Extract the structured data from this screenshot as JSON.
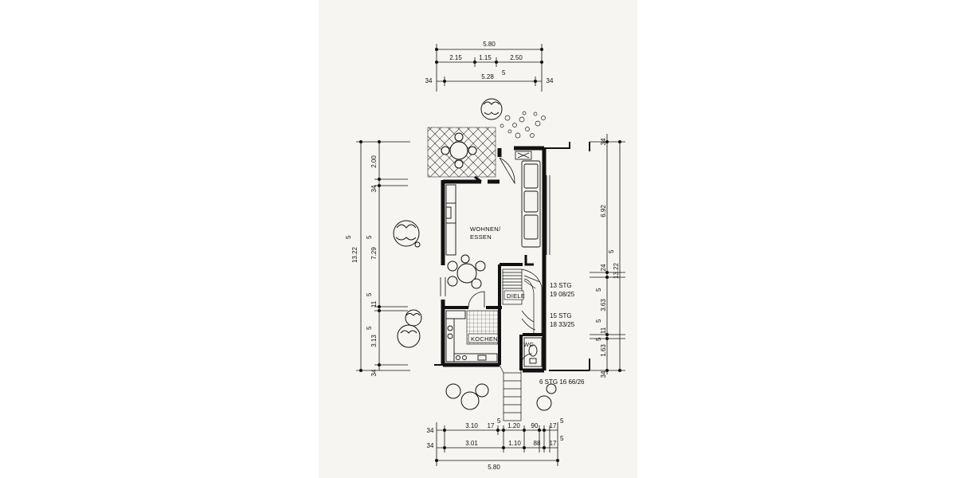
{
  "colors": {
    "ink": "#111111",
    "paper": "#f6f5f1",
    "background": "#ffffff"
  },
  "rooms": {
    "living": "WOHNEN/",
    "living2": "ESSEN",
    "hall": "DIELE",
    "kitchen": "KOCHEN",
    "wc": "WC"
  },
  "stairs": {
    "upper1": "13 STG",
    "upper2": "19 08/25",
    "upper3": "15 STG",
    "upper4": "18 33/25",
    "entry": "6 STG 16 66/26"
  },
  "dims_top": {
    "total": "5.80",
    "seg1": "2.15",
    "seg2": "1.15",
    "seg3": "2.50",
    "left": "34",
    "inner": "5.28",
    "inner_sup": "5",
    "right": "34"
  },
  "dims_left": {
    "total": "13.22",
    "total_sup": "5",
    "terrace": "2.00",
    "wall1": "34",
    "living": "7.29",
    "living_sup": "5",
    "wall2": "11",
    "wall2_sup": "5",
    "kitchen": "3.13",
    "kitchen_sup": "5",
    "wall3": "34"
  },
  "dims_right": {
    "top": "34",
    "total": "13.22",
    "total_sup": "5",
    "living": "6.92",
    "wall1": "24",
    "stair": "3.63",
    "stair_sup": "5",
    "wall2": "11",
    "wall2_sup": "5",
    "wc": "1.63",
    "wc_sup": "5",
    "bottom": "34"
  },
  "dims_bottom": {
    "r1_left": "34",
    "r1_a": "3.10",
    "r1_b": "17",
    "r1_b_sup": "5",
    "r1_c": "1.20",
    "r1_d": "90",
    "r1_e": "17",
    "r1_e_sup": "5",
    "r2_left": "34",
    "r2_a": "3.01",
    "r2_b": "1.10",
    "r2_c": "88",
    "r2_d": "17",
    "r2_d_sup": "5",
    "total": "5.80"
  }
}
